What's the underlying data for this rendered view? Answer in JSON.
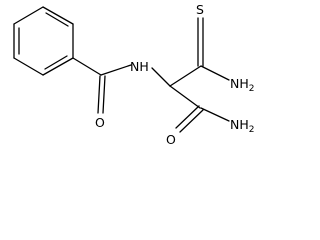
{
  "molecule": {
    "atoms": {
      "nh": "NH",
      "s": "S",
      "nh2_top": "NH",
      "nh2_top_sub": "2",
      "o_left": "O",
      "o_right": "O",
      "nh2_bottom": "NH",
      "nh2_bottom_sub": "2"
    }
  }
}
